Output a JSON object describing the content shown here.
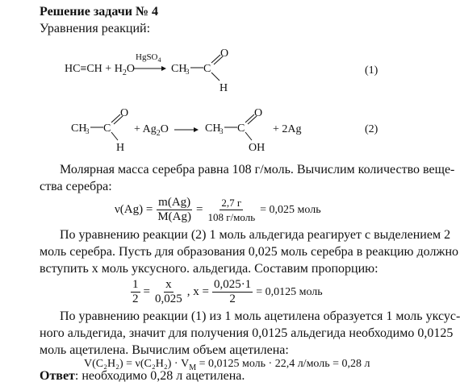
{
  "title": "Решение задачи № 4",
  "subtitle": "Уравнения реакций:",
  "reaction1": {
    "reactants": "HC≡CH + H",
    "water_o": "O",
    "catalyst": "HgSO",
    "catalyst_sub": "4",
    "product_ch3": "CH",
    "product_c": "C",
    "product_o": "O",
    "product_h": "H",
    "number": "(1)"
  },
  "reaction2": {
    "r_ch3": "CH",
    "r_c": "C",
    "r_o": "O",
    "r_h": "H",
    "ag2o": "+ Ag",
    "ag2o_o": "O",
    "p_ch3": "CH",
    "p_c": "C",
    "p_o": "O",
    "p_oh": "OH",
    "plus_ag": "+ 2Ag",
    "number": "(2)"
  },
  "para1": {
    "line1": "Молярная масса серебра равна 108 г/моль. Вычислим количество веще-",
    "line2": "ства серебра:"
  },
  "formula1": {
    "lhs": "ν(Ag) =",
    "num1": "m(Ag)",
    "den1": "M(Ag)",
    "eq": "=",
    "num2": "2,7 г",
    "den2": "108 г/моль",
    "result": "= 0,025 моль"
  },
  "para2": {
    "line1": "По уравнению реакции (2) 1 моль альдегида реагирует с выделением 2",
    "line2": "моль серебра. Пусть для образования 0,025 моль серебра в реакцию должно",
    "line3": "вступить x моль уксусного. альдегида. Составим пропорцию:"
  },
  "formula2": {
    "num1": "1",
    "den1": "2",
    "eq": "=",
    "num2": "x",
    "den2": "0,025",
    "mid": ",  x =",
    "num3": "0,025·1",
    "den3": "2",
    "result": "= 0,0125 моль"
  },
  "para3": {
    "line1": "По уравнению реакции (1) из 1 моль ацетилена образуется 1 моль уксус-",
    "line2": "ного альдегида, значит для получения 0,0125 альдегида необходимо 0,0125",
    "line3": "моль ацетилена. Вычислим объем ацетилена:"
  },
  "formula3": {
    "text": "V(C₂H₂) = ν(C₂H₂) · V",
    "vm_sub": "M",
    "rest": " = 0,0125 моль · 22,4 л/моль = 0,28 л"
  },
  "answer": {
    "label": "Ответ",
    "text": ": необходимо 0,28 л ацетилена."
  }
}
